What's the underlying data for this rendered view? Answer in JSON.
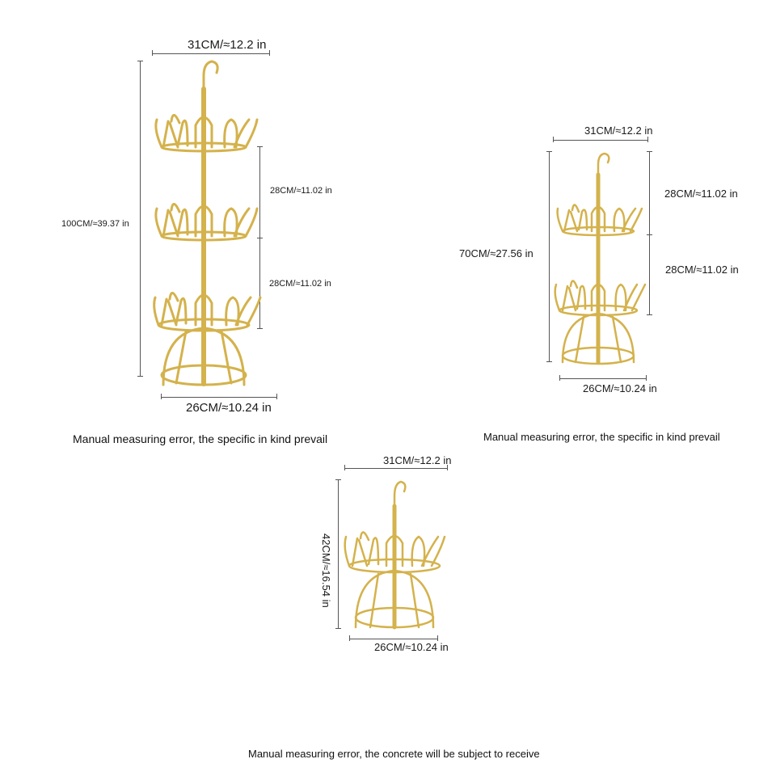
{
  "colors": {
    "gold": "#d4b24c",
    "gold_dark": "#b8962e",
    "dim_line": "#555555"
  },
  "stand_large": {
    "top_width": "31CM/≈12.2 in",
    "height": "100CM/≈39.37 in",
    "tier_gap_1": "28CM/≈11.02 in",
    "tier_gap_2": "28CM/≈11.02 in",
    "base_width": "26CM/≈10.24 in",
    "note": "Manual measuring error, the specific in kind prevail"
  },
  "stand_medium": {
    "top_width": "31CM/≈12.2 in",
    "height": "70CM/≈27.56 in",
    "tier_gap_1": "28CM/≈11.02 in",
    "tier_gap_2": "28CM/≈11.02 in",
    "base_width": "26CM/≈10.24 in",
    "note": "Manual measuring error, the specific in kind prevail"
  },
  "stand_small": {
    "top_width": "31CM/≈12.2 in",
    "height": "42CM/≈16.54 in",
    "base_width": "26CM/≈10.24 in"
  },
  "footer_note": "Manual measuring error, the concrete will be subject to receive"
}
